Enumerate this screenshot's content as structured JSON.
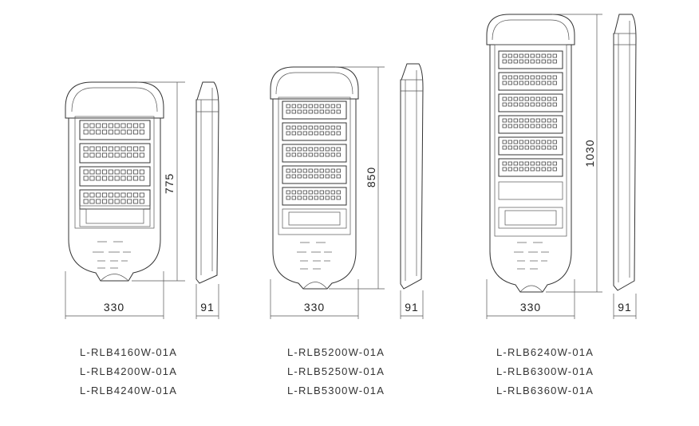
{
  "lamps": [
    {
      "height_label": "775",
      "width_label": "330",
      "depth_label": "91",
      "models": [
        "L-RLB4160W-01A",
        "L-RLB4200W-01A",
        "L-RLB4240W-01A"
      ],
      "led_modules": 4
    },
    {
      "height_label": "850",
      "width_label": "330",
      "depth_label": "91",
      "models": [
        "L-RLB5200W-01A",
        "L-RLB5250W-01A",
        "L-RLB5300W-01A"
      ],
      "led_modules": 5
    },
    {
      "height_label": "1030",
      "width_label": "330",
      "depth_label": "91",
      "models": [
        "L-RLB6240W-01A",
        "L-RLB6300W-01A",
        "L-RLB6360W-01A"
      ],
      "led_modules": 6
    }
  ]
}
